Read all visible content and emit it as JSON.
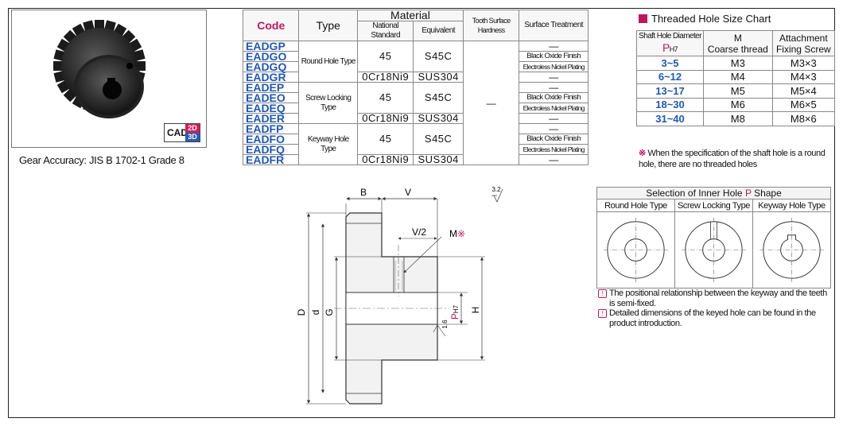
{
  "product": {
    "cad_label": "CAD",
    "cad_2d": "2D",
    "cad_3d": "3D",
    "accuracy": "Gear Accuracy: JIS B 1702-1 Grade 8"
  },
  "spec_table": {
    "headers": {
      "code": "Code",
      "type": "Type",
      "material": "Material",
      "national_standard": "National Standard",
      "equivalent": "Equivalent",
      "hardness": "Tooth Surface Hardness",
      "surface": "Surface Treatment"
    },
    "codes": [
      "EADGP",
      "EADGO",
      "EADGQ",
      "EADGR",
      "EADEP",
      "EADEO",
      "EADEQ",
      "EADER",
      "EADFP",
      "EADFO",
      "EADFQ",
      "EADFR"
    ],
    "types": [
      "Round Hole Type",
      "Screw Locking Type",
      "Keyway Hole Type"
    ],
    "mat_45": "45",
    "mat_s45c": "S45C",
    "mat_sus_national": "0Cr18Ni9",
    "mat_sus304": "SUS304",
    "hardness_value": "—",
    "surface_none": "—",
    "surface_black": "Black Oxide Finish",
    "surface_nickel": "Electroless Nickel Plating"
  },
  "thread_chart": {
    "title": "Threaded Hole Size Chart",
    "col1_line1": "Shaft Hole Diameter",
    "col1_p": "P",
    "col1_sub": "H7",
    "col2_line1": "M",
    "col2_line2": "Coarse thread",
    "col3_line1": "Attachment",
    "col3_line2": "Fixing Screw",
    "rows": [
      {
        "dia": "3~5",
        "m": "M3",
        "screw": "M3×3"
      },
      {
        "dia": "6~12",
        "m": "M4",
        "screw": "M4×3"
      },
      {
        "dia": "13~17",
        "m": "M5",
        "screw": "M5×4"
      },
      {
        "dia": "18~30",
        "m": "M6",
        "screw": "M6×5"
      },
      {
        "dia": "31~40",
        "m": "M8",
        "screw": "M8×6"
      }
    ],
    "note_mark": "※",
    "note": "When the specification of the shaft hole is a round hole, there are no threaded holes"
  },
  "inner_hole": {
    "title_pre": "Selection of Inner Hole ",
    "title_p": "P",
    "title_post": " Shape",
    "col1": "Round Hole Type",
    "col2": "Screw Locking Type",
    "col3": "Keyway Hole Type",
    "note1": "The positional relationship between the keyway and the teeth is semi-fixed.",
    "note2": "Detailed dimensions of the keyed hole can be found in the product introduction."
  },
  "drawing": {
    "b": "B",
    "v": "V",
    "v_half": "V/2",
    "m": "M",
    "m_mark": "※",
    "d_cap": "D",
    "d_low": "d",
    "g": "G",
    "p": "P",
    "p_sub": "H7",
    "h": "H",
    "rough_1": "3.2",
    "rough_2": "1.6"
  },
  "colors": {
    "code_blue": "#1e58b8",
    "accent_magenta": "#c0175b"
  }
}
